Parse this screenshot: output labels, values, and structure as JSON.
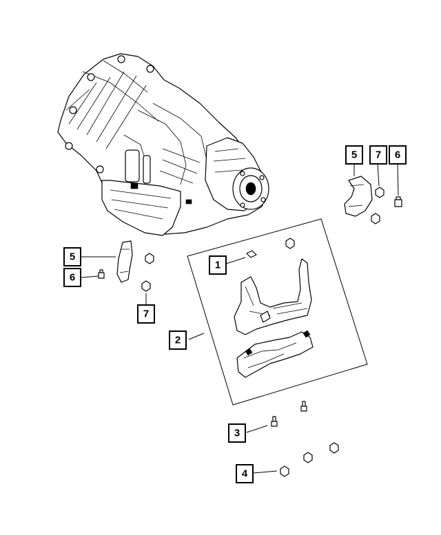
{
  "diagram": {
    "callouts": [
      {
        "id": "c5-right",
        "label": "5"
      },
      {
        "id": "c7-right",
        "label": "7"
      },
      {
        "id": "c6-right",
        "label": "6"
      },
      {
        "id": "c5-left",
        "label": "5"
      },
      {
        "id": "c6-left",
        "label": "6"
      },
      {
        "id": "c7-left",
        "label": "7"
      },
      {
        "id": "c1",
        "label": "1"
      },
      {
        "id": "c2",
        "label": "2"
      },
      {
        "id": "c3",
        "label": "3"
      },
      {
        "id": "c4",
        "label": "4"
      }
    ]
  }
}
